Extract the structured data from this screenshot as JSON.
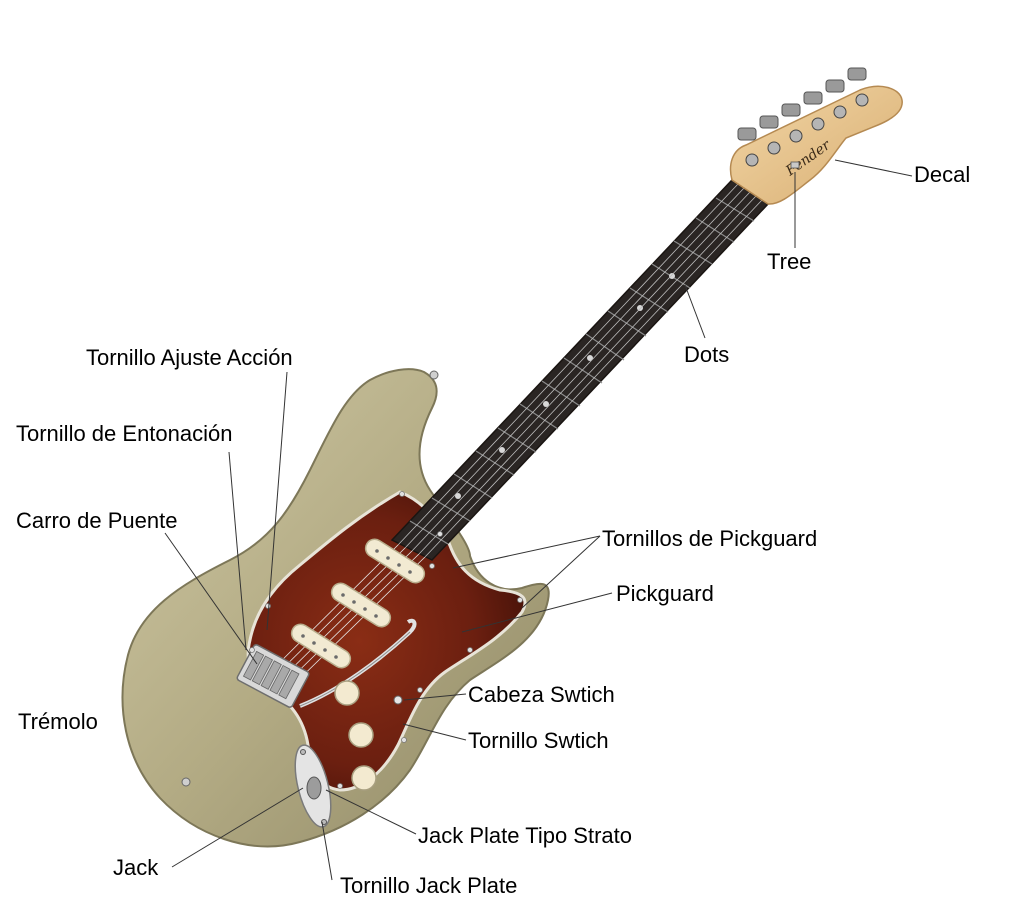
{
  "labels": {
    "decal": "Decal",
    "tree": "Tree",
    "dots": "Dots",
    "tornillo_ajuste_accion": "Tornillo Ajuste Acción",
    "tornillo_entonacion": "Tornillo de Entonación",
    "carro_puente": "Carro de Puente",
    "tornillos_pickguard": "Tornillos de Pickguard",
    "pickguard": "Pickguard",
    "cabeza_switch": "Cabeza Swtich",
    "tornillo_switch": "Tornillo Swtich",
    "tremolo": "Trémolo",
    "jack_plate": "Jack Plate Tipo Strato",
    "jack": "Jack",
    "tornillo_jack_plate": "Tornillo Jack Plate"
  },
  "colors": {
    "body": "#b3ab84",
    "pickguard": "#6b1f10",
    "fretboard": "#2a2523",
    "headstock": "#e6c48f",
    "chrome": "#d9d9d9",
    "pickup": "#f2ead2"
  }
}
